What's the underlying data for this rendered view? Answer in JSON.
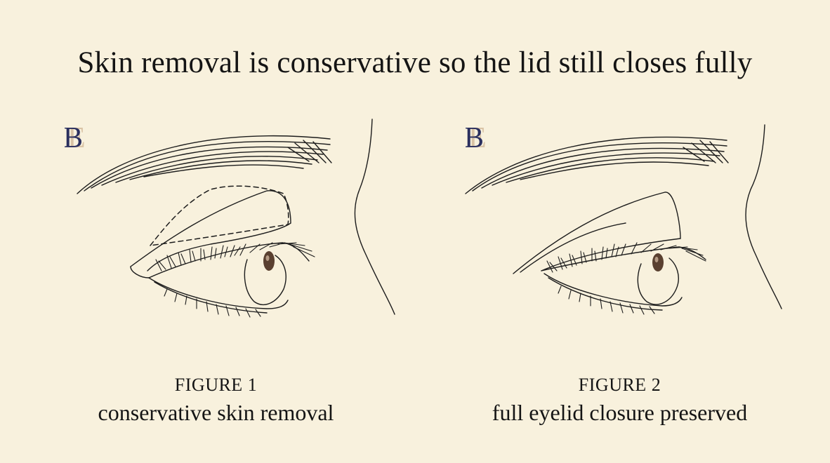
{
  "title": "Skin removal is conservative so the lid still closes fully",
  "colors": {
    "background": "#f8f1dd",
    "ink": "#1a1a1a",
    "logo_navy": "#2a2f5e",
    "logo_tan": "#d9c3a5",
    "iris": "#5a4030"
  },
  "figures": [
    {
      "number": "FIGURE 1",
      "caption": "conservative skin removal",
      "logo_icon": "be-monogram-icon"
    },
    {
      "number": "FIGURE 2",
      "caption": "full eyelid closure preserved",
      "logo_icon": "be-monogram-icon"
    }
  ]
}
